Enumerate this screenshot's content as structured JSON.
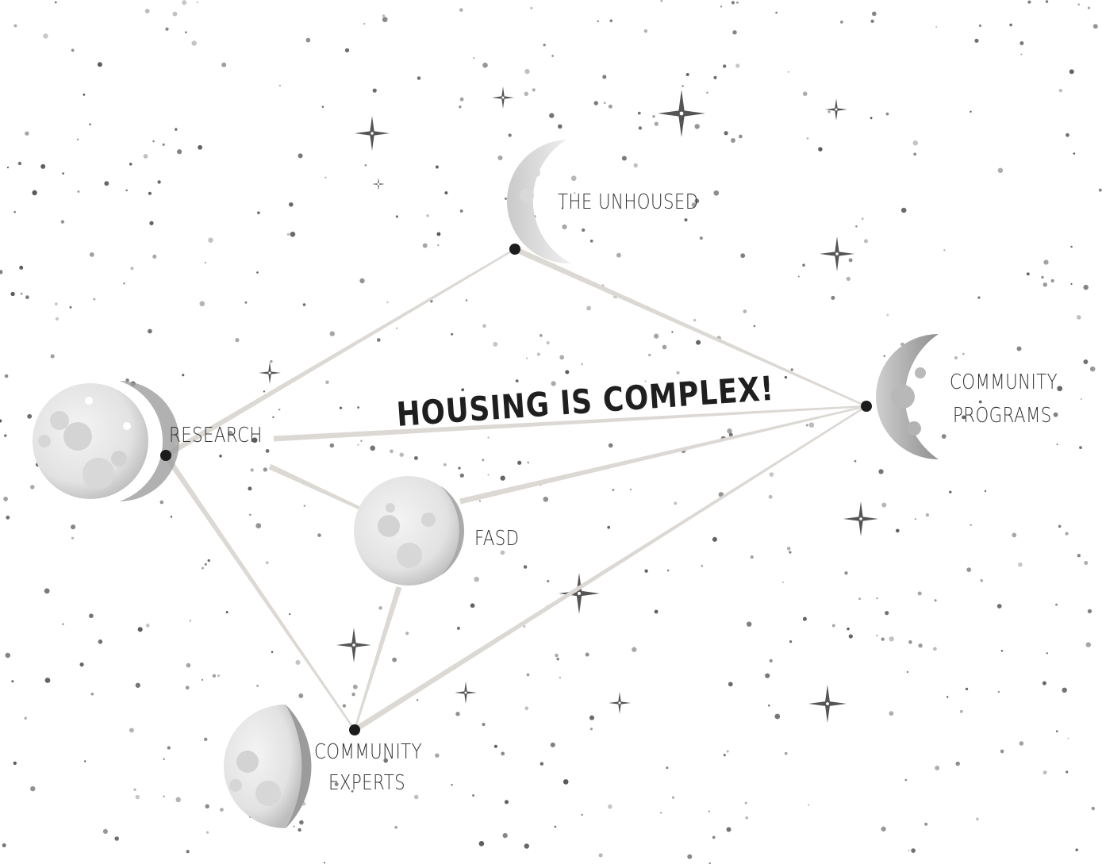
{
  "headline": "HOUSING IS COMPLEX!",
  "nodes": {
    "research": "RESEARCH",
    "unhoused": "THE UNHOUSED",
    "community_programs": [
      "COMMUNITY",
      "PROGRAMS"
    ],
    "fasd": "FASD",
    "community_experts": [
      "COMMUNITY",
      "EXPERTS"
    ]
  },
  "colors": {
    "connector": "#dcd8d4",
    "node_dot": "#1c1c1c",
    "moon_light": "#f2f2f2",
    "moon_dark": "#9a9a9a",
    "star": "#8a8a8a"
  },
  "connections": [
    [
      "research",
      "unhoused"
    ],
    [
      "research",
      "community_programs"
    ],
    [
      "research",
      "fasd"
    ],
    [
      "research",
      "community_experts"
    ],
    [
      "unhoused",
      "community_programs"
    ],
    [
      "fasd",
      "community_programs"
    ],
    [
      "fasd",
      "community_experts"
    ],
    [
      "community_experts",
      "community_programs"
    ]
  ]
}
